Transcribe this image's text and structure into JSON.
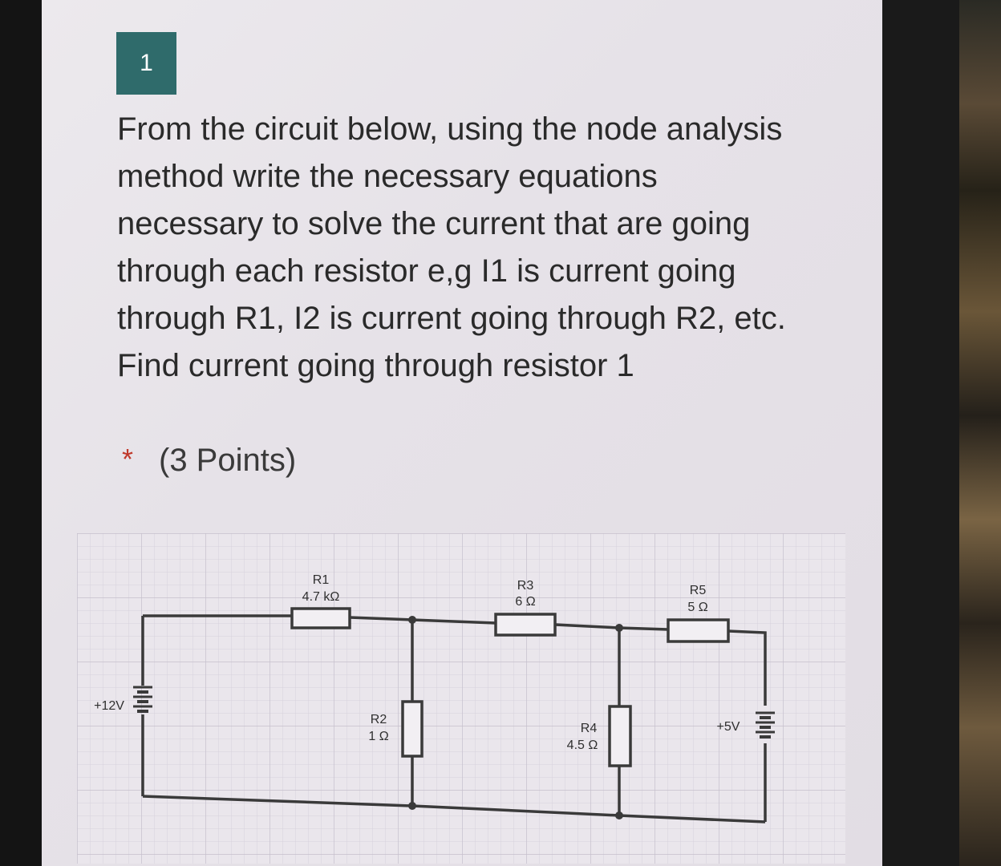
{
  "question": {
    "number": "1",
    "text": "From the circuit below, using the node analysis method write the necessary equations necessary to solve the current that are going through each resistor e,g I1 is current going through R1, I2 is current going through R2, etc. Find current going through resistor 1",
    "required_mark": "*",
    "points": "(3 Points)"
  },
  "circuit": {
    "sources": [
      {
        "label": "+12V"
      },
      {
        "label": "+5V"
      }
    ],
    "resistors": [
      {
        "name": "R1",
        "value": "4.7 kΩ"
      },
      {
        "name": "R2",
        "value": "1 Ω"
      },
      {
        "name": "R3",
        "value": "6 Ω"
      },
      {
        "name": "R4",
        "value": "4.5 Ω"
      },
      {
        "name": "R5",
        "value": "5 Ω"
      }
    ]
  }
}
